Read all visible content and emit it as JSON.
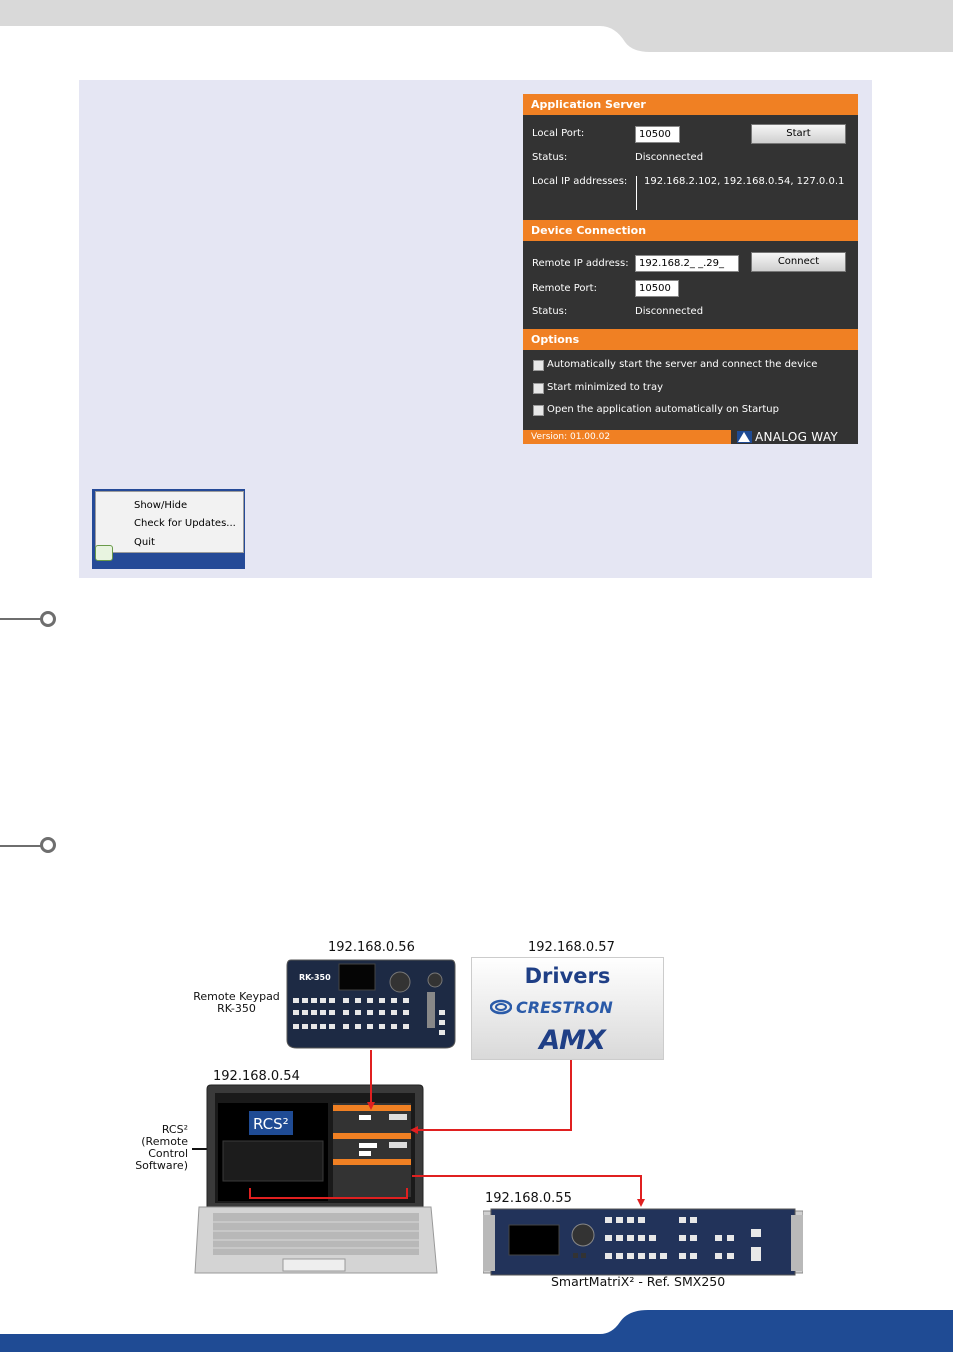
{
  "colors": {
    "header_gray": "#d9d9d9",
    "panel_bg": "#e5e6f3",
    "orange": "#f08023",
    "window_dark": "#333333",
    "footer_blue": "#1f4b94",
    "arrow_red": "#e02020"
  },
  "app": {
    "server": {
      "title": "Application Server",
      "local_port_label": "Local Port:",
      "local_port_value": "10500",
      "start_button": "Start",
      "status_label": "Status:",
      "status_value": "Disconnected",
      "ip_label": "Local IP addresses:",
      "ip_value": "192.168.2.102, 192.168.0.54, 127.0.0.1"
    },
    "device": {
      "title": "Device Connection",
      "remote_ip_label": "Remote IP address:",
      "remote_ip_value": "192.168.2_ _.29_",
      "connect_button": "Connect",
      "remote_port_label": "Remote Port:",
      "remote_port_value": "10500",
      "status_label": "Status:",
      "status_value": "Disconnected"
    },
    "options": {
      "title": "Options",
      "items": [
        "Automatically start the server and connect the device",
        "Start minimized to tray",
        "Open the application automatically on Startup"
      ]
    },
    "version": "Version: 01.00.02",
    "brand": "ANALOG WAY"
  },
  "context_menu": {
    "items": [
      "Show/Hide",
      "Check for Updates...",
      "Quit"
    ]
  },
  "diagram": {
    "keypad_ip": "192.168.0.56",
    "keypad_label_line1": "Remote Keypad",
    "keypad_label_line2": "RK-350",
    "keypad_model": "RK-350",
    "drivers_ip": "192.168.0.57",
    "drivers_title": "Drivers",
    "crestron": "CRESTRON",
    "amx": "AMX",
    "laptop_ip": "192.168.0.54",
    "rcs_line1": "RCS²",
    "rcs_line2": "(Remote",
    "rcs_line3": "Control",
    "rcs_line4": "Software)",
    "rcs_logo": "RCS²",
    "switcher_ip": "192.168.0.55",
    "switcher_caption": "SmartMatriX² - Ref. SMX250"
  }
}
